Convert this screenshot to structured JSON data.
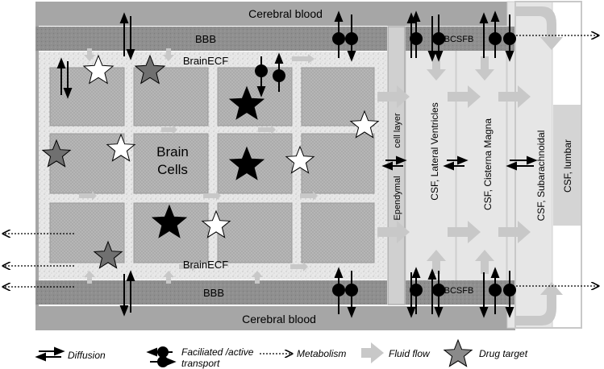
{
  "labels": {
    "cerebral_blood_top": "Cerebral blood",
    "cerebral_blood_bottom": "Cerebral blood",
    "bbb_top": "BBB",
    "bbb_bottom": "BBB",
    "brain_ecf_top": "BrainECF",
    "brain_ecf_bottom": "BrainECF",
    "brain_cells_line1": "Brain",
    "brain_cells_line2": "Cells",
    "bcsfb_top": "BCSFB",
    "bcsfb_bottom": "BCSFB",
    "ependymal": "Ependymal",
    "cell_layer": "cell layer",
    "csf_lateral": "CSF, Lateral Ventricles",
    "csf_cisterna": "CSF, Cisterna Magna",
    "csf_subarachnoidal": "CSF, Subarachnoidal",
    "csf_lumbar": "CSF, lumbar"
  },
  "legend": {
    "diffusion": "Diffusion",
    "facilitated_line1": "Faciliated /active",
    "facilitated_line2": "transport",
    "metabolism": "Metabolism",
    "fluid_flow": "Fluid flow",
    "drug_target": "Drug target"
  },
  "colors": {
    "blood": "#a6a6a6",
    "bbb": "#8e8e8e",
    "ecf": "#e9e9e9",
    "cell": "#b9b9b9",
    "csf": "#e6e6e6",
    "flow_arrow": "#c8c8c8",
    "star_dark": "#000000",
    "star_gray": "#707070",
    "star_white": "#ffffff"
  }
}
